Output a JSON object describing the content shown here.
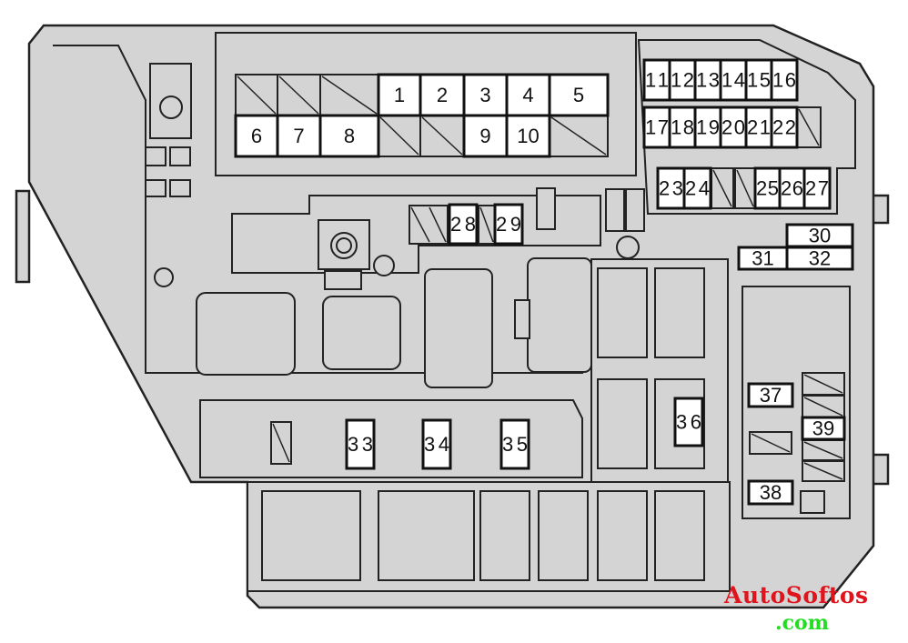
{
  "diagram": {
    "fuses": [
      "1",
      "2",
      "3",
      "4",
      "5",
      "6",
      "7",
      "8",
      "9",
      "10",
      "11",
      "12",
      "13",
      "14",
      "15",
      "16",
      "17",
      "18",
      "19",
      "20",
      "21",
      "22",
      "23",
      "24",
      "25",
      "26",
      "27",
      "28",
      "29",
      "30",
      "31",
      "32",
      "33",
      "34",
      "35",
      "36",
      "37",
      "38",
      "39"
    ]
  },
  "watermark": {
    "brand": "AutoSoftos",
    "domain": ".com"
  },
  "colors": {
    "housing": "#d4d4d4",
    "outline": "#222222",
    "fuse": "#ffffff",
    "brand": "#e0141c",
    "domain": "#22dd22"
  }
}
